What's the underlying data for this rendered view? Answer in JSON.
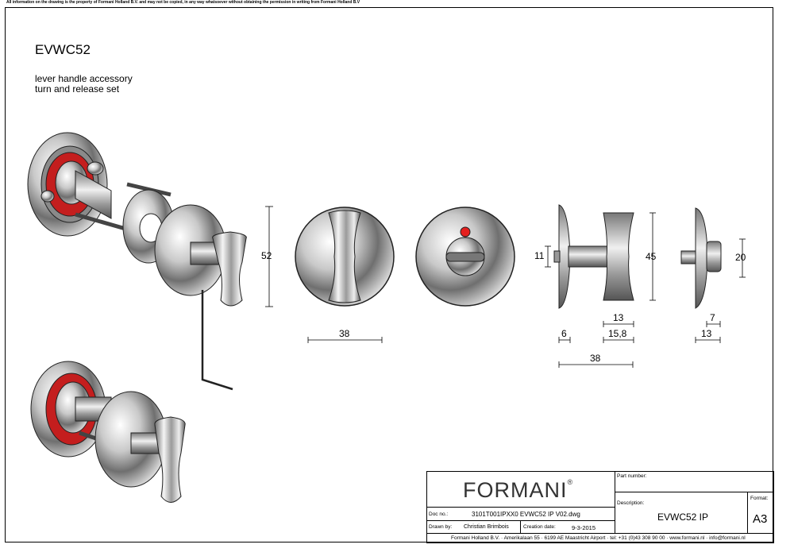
{
  "copyright": "All information on the drawing is the property of Formani Holland B.V. and may not be copied, in any way whatsoever without obtaining the permission in writing from Formani Holland B.V",
  "product": {
    "code": "EVWC52",
    "description_line1": "lever handle accessory",
    "description_line2": "turn and release set"
  },
  "dimensions": {
    "front_height": "52",
    "front_width": "38",
    "side_rose": "11",
    "side_handle_height": "45",
    "side_rose_thickness": "6",
    "side_handle_width": "13",
    "side_offset": "15,8",
    "side_total": "38",
    "release_height": "20",
    "release_small": "7",
    "release_width": "13"
  },
  "title_block": {
    "brand": "FORMANI",
    "brand_mark": "®",
    "part_number_label": "Part number:",
    "part_number_value": "",
    "description_label": "Description:",
    "description_value": "EVWC52 IP",
    "format_label": "Format:",
    "format_value": "A3",
    "doc_no_label": "Doc no.:",
    "doc_no_value": "3101T001IPXX0 EVWC52 IP V02.dwg",
    "drawn_by_label": "Drawn by:",
    "drawn_by_value": "Christian Brimbois",
    "creation_date_label": "Creation date:",
    "creation_date_value": "9-3-2015",
    "footer": "Formani Holland B.V. · Amerikalaan 55 · 6199 AE Maastricht Airport · tel: +31 (0)43 308 90 00 · www.formani.nl · info@formani.nl"
  },
  "colors": {
    "indicator_red": "#e5201e",
    "metal_dark": "#5a5a5a",
    "metal_light": "#f2f2f2"
  }
}
